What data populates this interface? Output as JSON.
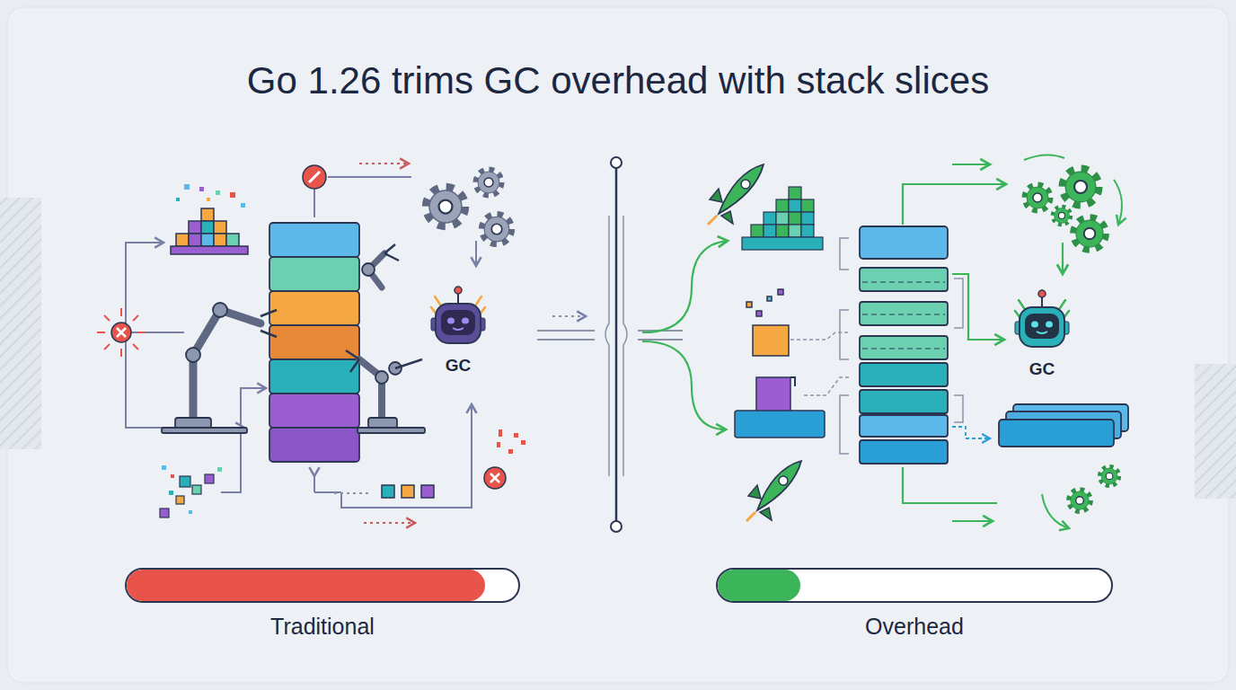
{
  "diagram": {
    "title": "Go 1.26 trims GC overhead with stack slices",
    "nodes": [
      {
        "text": [
          "GC"
        ]
      },
      {
        "text": [
          "GC"
        ]
      },
      {
        "text": [
          "Traditional"
        ]
      },
      {
        "text": [
          "Overhead"
        ]
      }
    ]
  }
}
